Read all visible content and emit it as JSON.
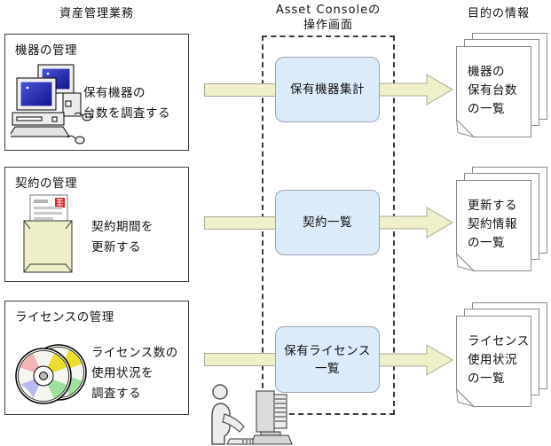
{
  "headers": {
    "left": "資産管理業務",
    "center_line1": "Asset Consoleの",
    "center_line2": "操作画面",
    "right": "目的の情報"
  },
  "rows": [
    {
      "task_title": "機器の管理",
      "task_icon": "computers-icon",
      "desc": [
        "保有機器の",
        "台数を調査する"
      ],
      "console": [
        "保有機器集計"
      ],
      "output": [
        "機器の",
        "保有台数",
        "の一覧"
      ]
    },
    {
      "task_title": "契約の管理",
      "task_icon": "envelope-icon",
      "desc": [
        "契約期間を",
        "更新する"
      ],
      "console": [
        "契約一覧"
      ],
      "output": [
        "更新する",
        "契約情報",
        "の一覧"
      ]
    },
    {
      "task_title": "ライセンスの管理",
      "task_icon": "cd-icon",
      "desc": [
        "ライセンス数の",
        "使用状況を",
        "調査する"
      ],
      "console": [
        "保有ライセンス",
        "一覧"
      ],
      "output": [
        "ライセンス",
        "使用状況",
        "の一覧"
      ]
    }
  ],
  "bottom_icon": "user-at-pc-icon",
  "colors": {
    "console_box_fill": "#dcebfa",
    "console_box_border": "#9aa6b6",
    "arrow_fill": "#efefc9",
    "arrow_border": "#aaaa9a",
    "envelope_fill": "#eeeec8",
    "monitor_screen_blue": "#2a2ab0",
    "cd_pink": "#f2b4b4",
    "cd_yellow": "#ecdc30",
    "cd_blue": "#b6baf0",
    "cd_green": "#9fe09f",
    "stamp_red": "#dd2222",
    "dashed_border": "#3a3a3a"
  }
}
